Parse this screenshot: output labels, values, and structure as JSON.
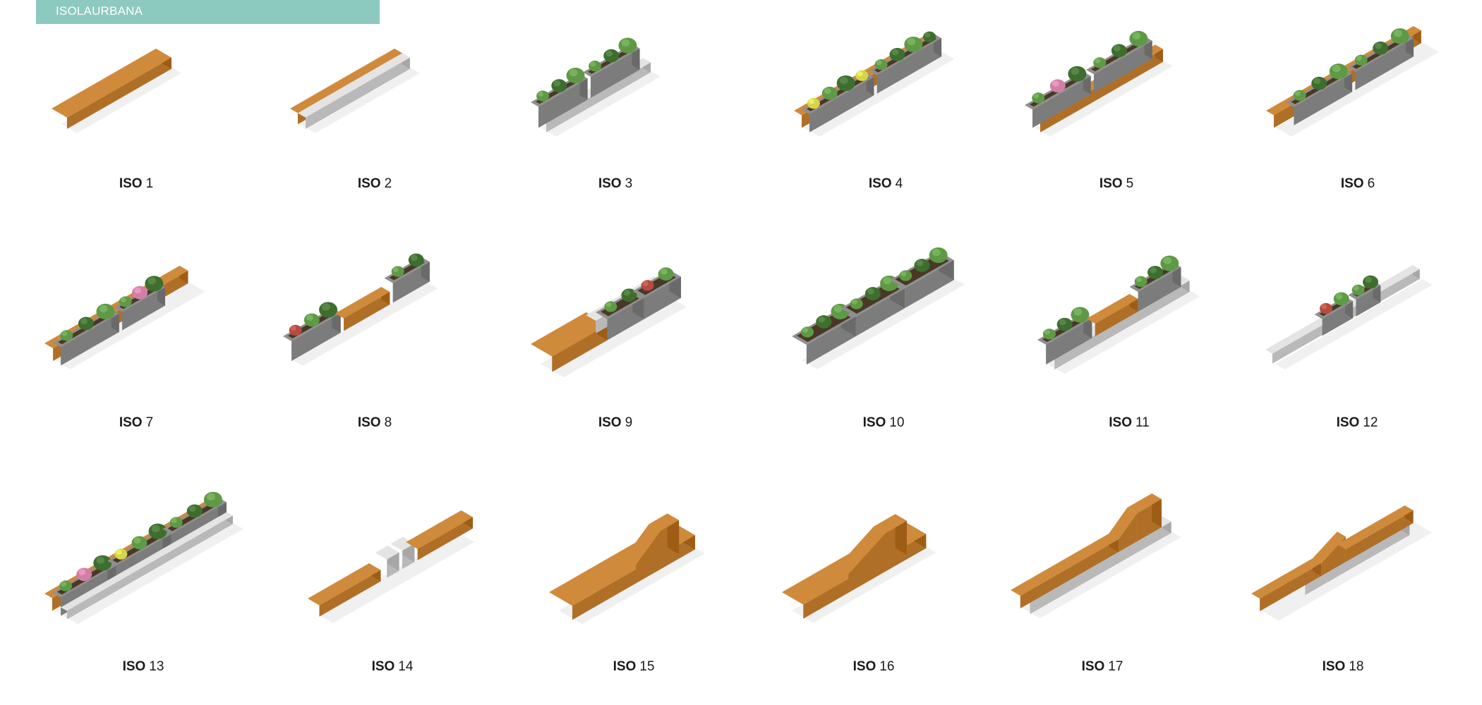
{
  "header": {
    "title": "ISOLAURBANA",
    "color": "#8cc9bf"
  },
  "colors": {
    "wood": "#cf8a3b",
    "wood_side": "#b06f27",
    "concrete": "#e4e4e4",
    "concrete_side": "#b9b9b9",
    "planter": "#8f8f8f",
    "soil": "#4a3826",
    "plant": "#5e9a45",
    "plant_dark": "#3d6e2e",
    "flower_pink": "#d27fa8",
    "flower_yellow": "#d7d545",
    "flower_red": "#b54b3e"
  },
  "products": [
    {
      "prefix": "ISO",
      "number": "1",
      "icon": "bench-wood-single-icon"
    },
    {
      "prefix": "ISO",
      "number": "2",
      "icon": "bench-wood-concrete-icon"
    },
    {
      "prefix": "ISO",
      "number": "3",
      "icon": "bench-double-planter-icon"
    },
    {
      "prefix": "ISO",
      "number": "4",
      "icon": "bench-wood-planters-icon"
    },
    {
      "prefix": "ISO",
      "number": "5",
      "icon": "bench-wood-planters-icon"
    },
    {
      "prefix": "ISO",
      "number": "6",
      "icon": "bench-wood-planters-icon"
    },
    {
      "prefix": "ISO",
      "number": "7",
      "icon": "bench-wood-planters-icon"
    },
    {
      "prefix": "ISO",
      "number": "8",
      "icon": "bench-linear-planters-icon"
    },
    {
      "prefix": "ISO",
      "number": "9",
      "icon": "bench-wood-planters-icon"
    },
    {
      "prefix": "ISO",
      "number": "10",
      "icon": "bench-triple-planter-icon"
    },
    {
      "prefix": "ISO",
      "number": "11",
      "icon": "bench-mixed-planters-icon"
    },
    {
      "prefix": "ISO",
      "number": "12",
      "icon": "bench-concrete-planters-icon"
    },
    {
      "prefix": "ISO",
      "number": "13",
      "icon": "bench-large-garden-icon"
    },
    {
      "prefix": "ISO",
      "number": "14",
      "icon": "bench-with-seats-icon"
    },
    {
      "prefix": "ISO",
      "number": "15",
      "icon": "bench-lounger-icon"
    },
    {
      "prefix": "ISO",
      "number": "16",
      "icon": "bench-lounger-icon"
    },
    {
      "prefix": "ISO",
      "number": "17",
      "icon": "bench-lounger-concrete-icon"
    },
    {
      "prefix": "ISO",
      "number": "18",
      "icon": "bench-lounger-concrete-icon"
    }
  ]
}
